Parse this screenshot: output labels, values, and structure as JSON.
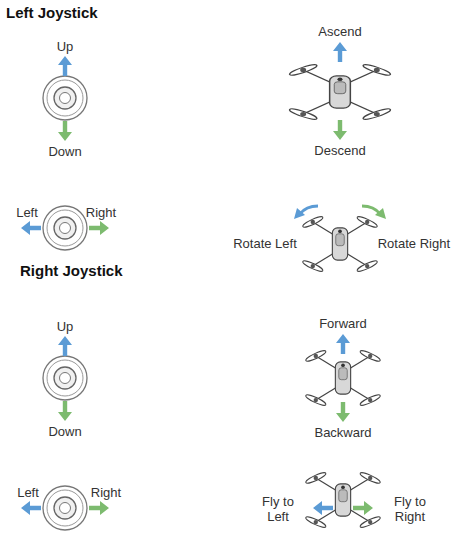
{
  "diagram": {
    "labels": [
      "Left Joystick",
      "Up",
      "Down",
      "Ascend",
      "Descend",
      "Left",
      "Right",
      "Rotate Left",
      "Rotate Right",
      "Right Joystick",
      "Up",
      "Down",
      "Forward",
      "Backward",
      "Left",
      "Right",
      "Fly to Left",
      "Fly to Right"
    ]
  }
}
